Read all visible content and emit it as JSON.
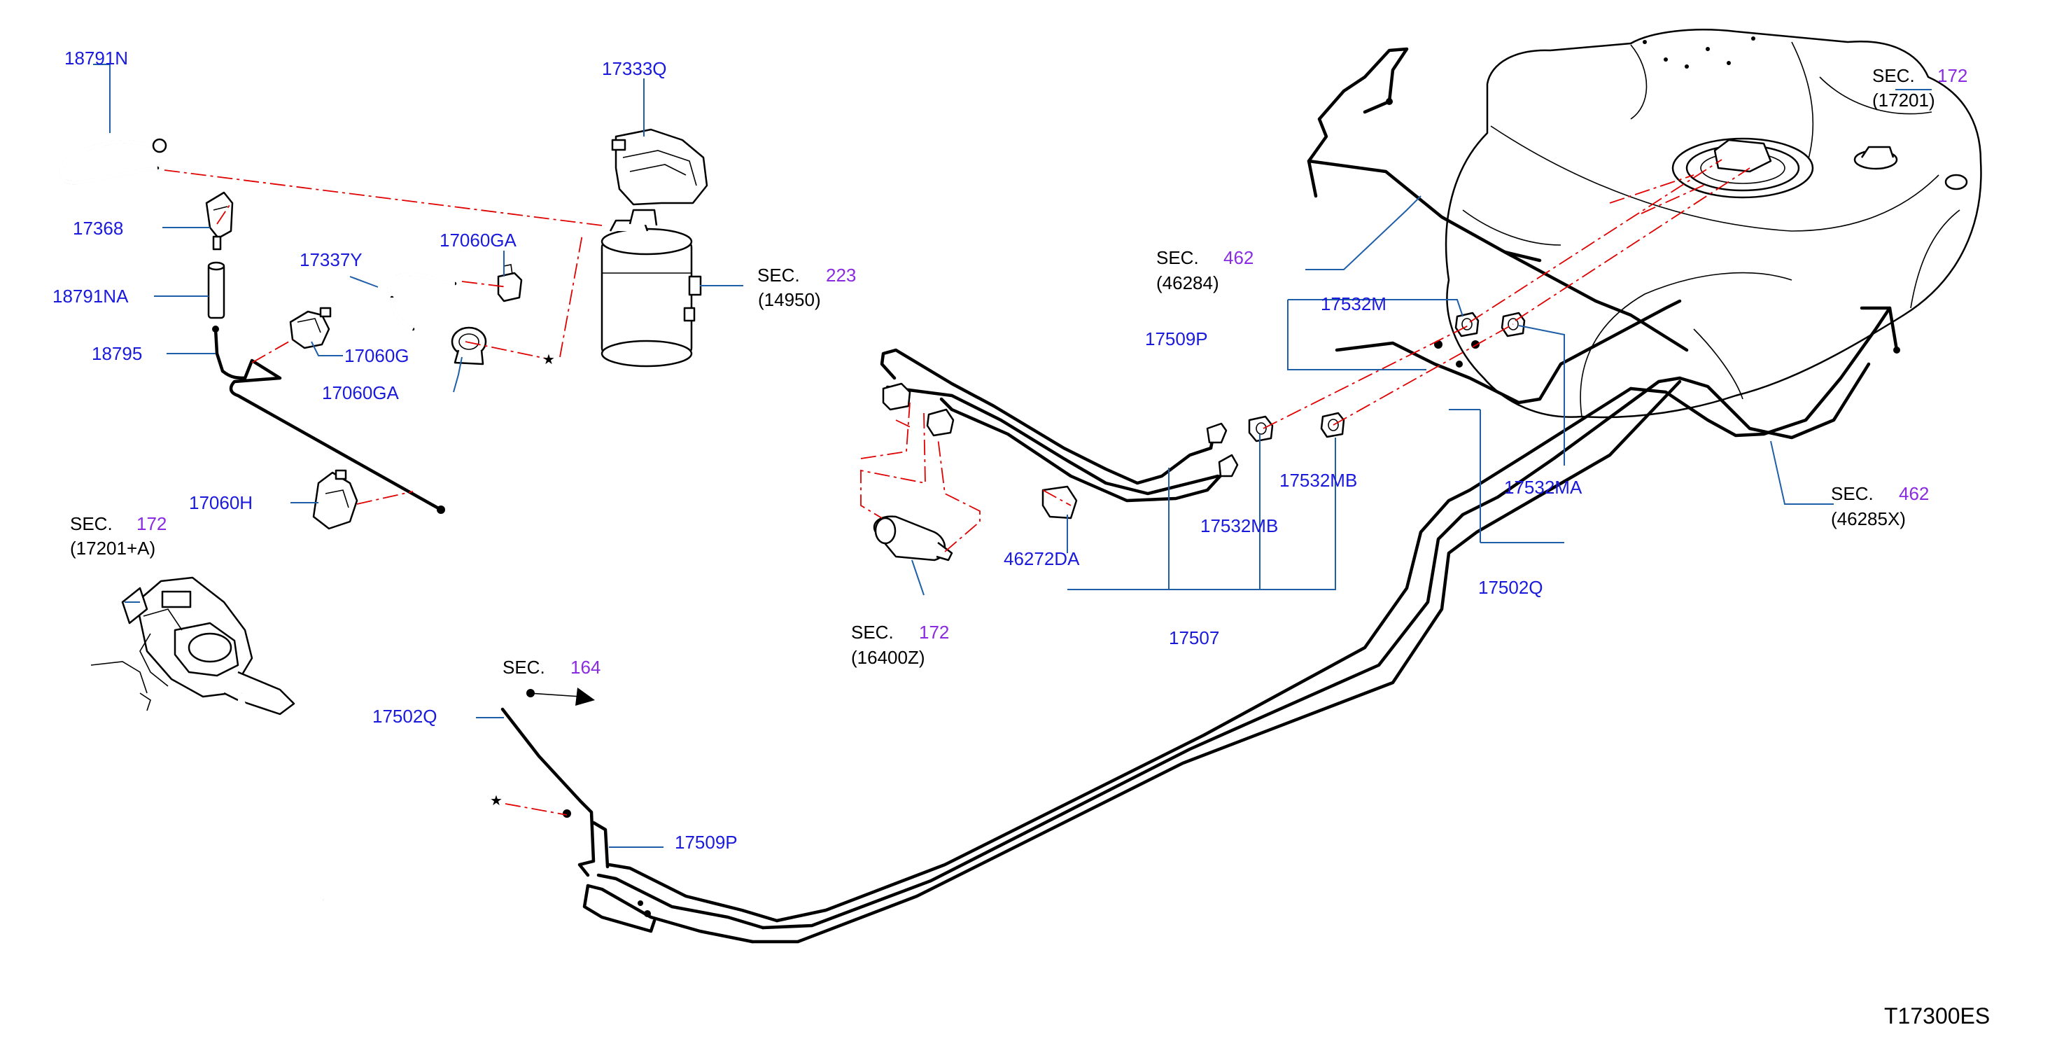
{
  "diagram_code": "T17300ES",
  "parts": {
    "p18791N": "18791N",
    "p17368": "17368",
    "p18791NA": "18791NA",
    "p18795": "18795",
    "p17060G": "17060G",
    "p17060GA_top": "17060GA",
    "p17060GA_bottom": "17060GA",
    "p17337Y": "17337Y",
    "p17333Q": "17333Q",
    "p17060H": "17060H",
    "p17532M": "17532M",
    "p17509P_top": "17509P",
    "p17509P_bottom": "17509P",
    "p46272DA": "46272DA",
    "p17532MB_a": "17532MB",
    "p17532MB_b": "17532MB",
    "p17532MA": "17532MA",
    "p17507": "17507",
    "p17502Q_right": "17502Q",
    "p17502Q_left": "17502Q"
  },
  "sections": {
    "sec_223": {
      "label": "SEC.",
      "num": "223",
      "ref": "(14950)"
    },
    "sec_172_tank": {
      "label": "SEC.",
      "num": "172",
      "ref": "(17201)"
    },
    "sec_462_a": {
      "label": "SEC.",
      "num": "462",
      "ref": "(46284)"
    },
    "sec_462_b": {
      "label": "SEC.",
      "num": "462",
      "ref": "(46285X)"
    },
    "sec_172_pump": {
      "label": "SEC.",
      "num": "172",
      "ref": "(17201+A)"
    },
    "sec_172_filter": {
      "label": "SEC.",
      "num": "172",
      "ref": "(16400Z)"
    },
    "sec_164": {
      "label": "SEC.",
      "num": "164"
    }
  },
  "symbols": {
    "star_top": "★",
    "star_bottom": "★"
  },
  "colors": {
    "part_number": "#1a1adc",
    "section_number": "#8a2be2",
    "leader": "#1f5fa8",
    "dash": "#e00000"
  }
}
